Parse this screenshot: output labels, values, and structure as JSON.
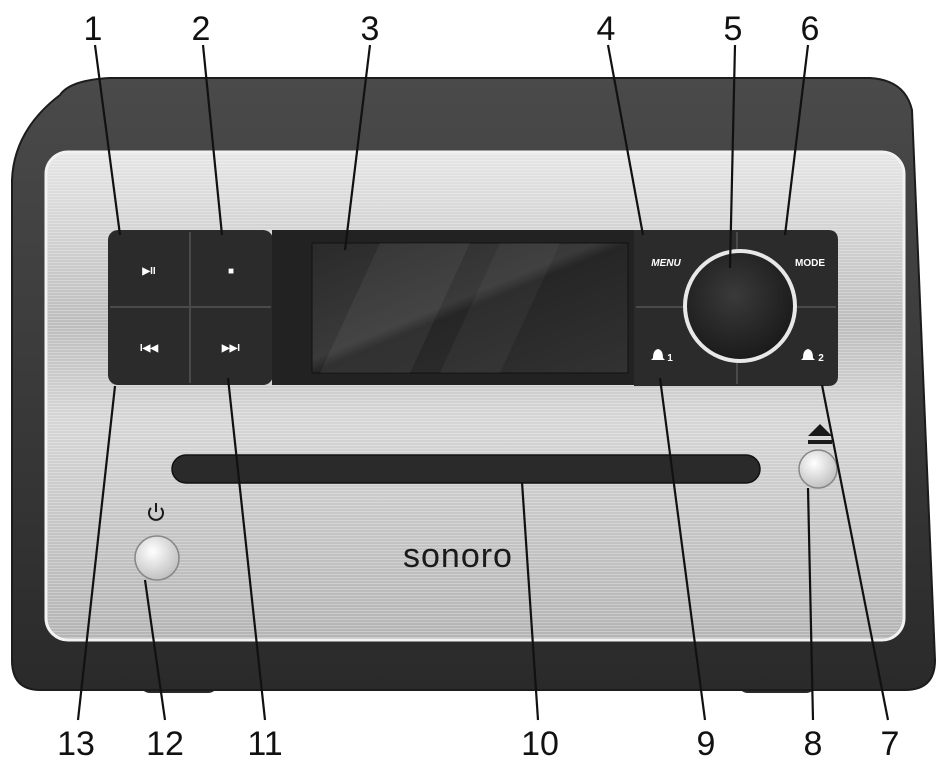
{
  "device": {
    "brand": "sonoro",
    "buttons": {
      "menu_label": "MENU",
      "mode_label": "MODE",
      "alarm1_label": "1",
      "alarm2_label": "2",
      "play_pause_glyph": "▶II",
      "stop_glyph": "■",
      "prev_glyph": "I◀◀",
      "next_glyph": "▶▶I"
    },
    "icons": {
      "play_pause": "play-pause-icon",
      "stop": "stop-icon",
      "previous": "previous-track-icon",
      "next": "next-track-icon",
      "alarm": "bell-icon",
      "power": "power-icon",
      "eject": "eject-icon"
    },
    "colors": {
      "cabinet": "#3a3a3a",
      "faceplate": "#c9c9c9",
      "buttons": "#2b2b2b",
      "display": "#1e1e1e"
    }
  },
  "callouts": [
    "1",
    "2",
    "3",
    "4",
    "5",
    "6",
    "7",
    "8",
    "9",
    "10",
    "11",
    "12",
    "13"
  ]
}
